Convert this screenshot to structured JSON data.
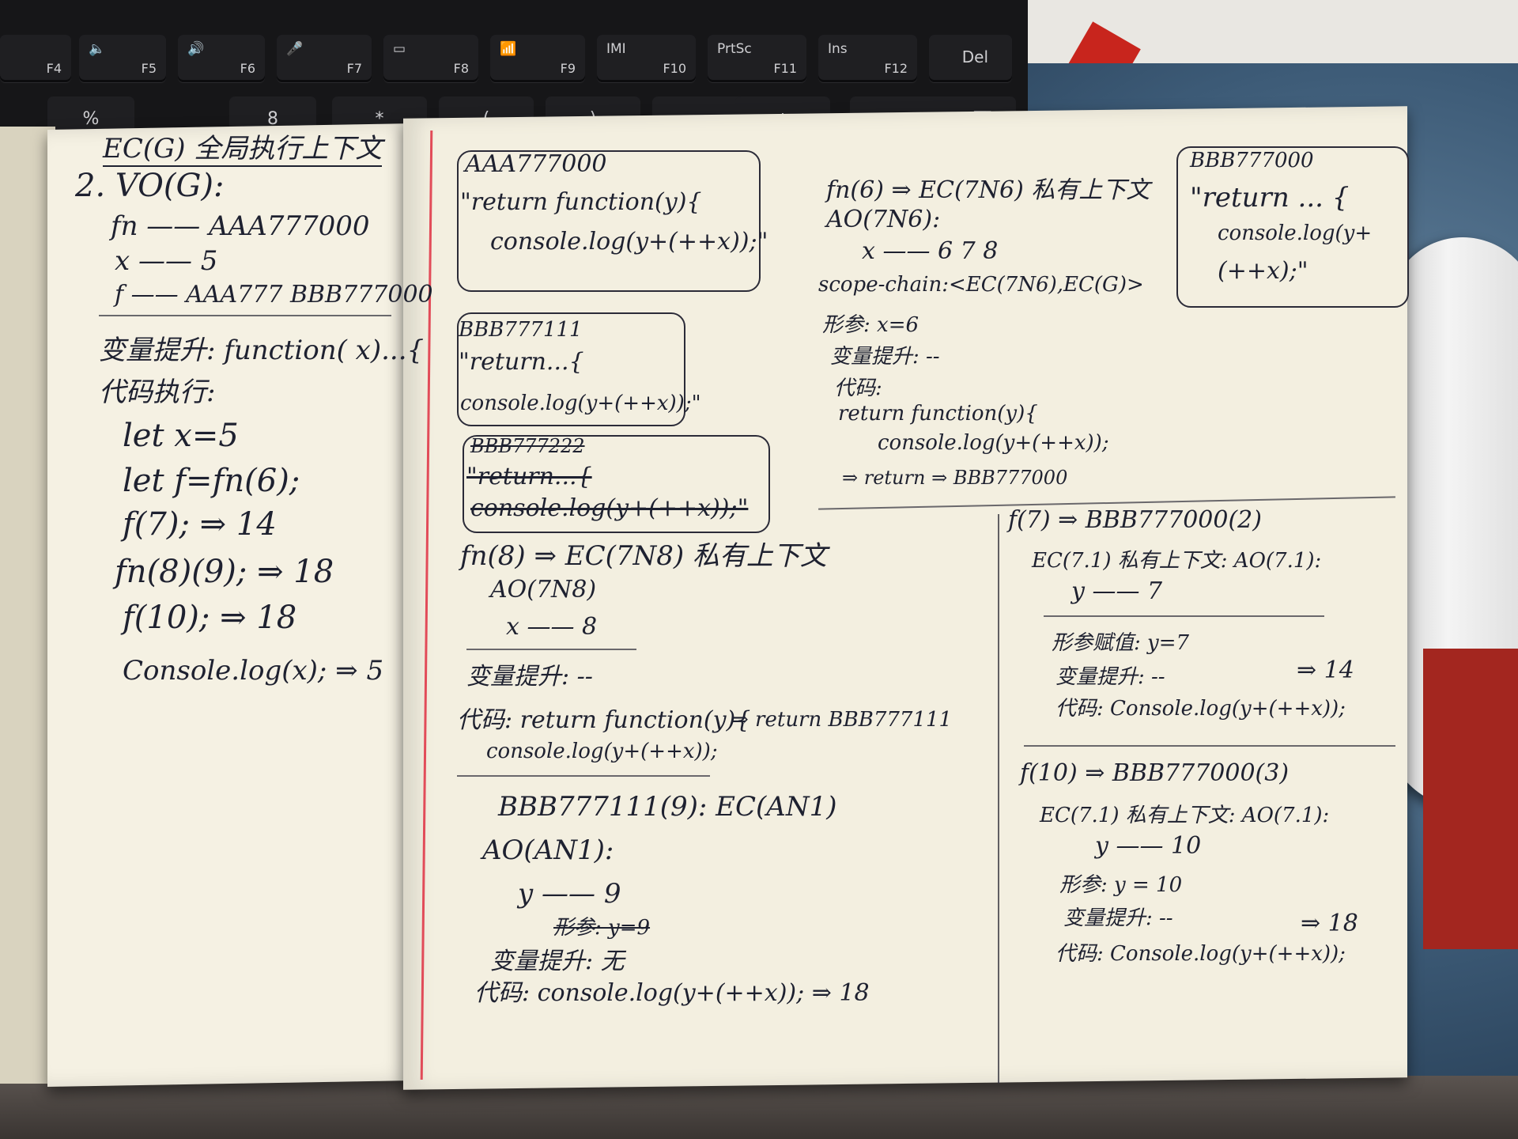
{
  "keyboard": {
    "fn_keys": [
      {
        "glyph": "",
        "label": "F4"
      },
      {
        "glyph": "🔈",
        "label": "F5"
      },
      {
        "glyph": "🔊",
        "label": "F6"
      },
      {
        "glyph": "🎤",
        "label": "F7"
      },
      {
        "glyph": "▭",
        "label": "F8"
      },
      {
        "glyph": "📶",
        "label": "F9"
      },
      {
        "glyph": "IMI",
        "label": "F10"
      },
      {
        "glyph": "PrtSc",
        "label": "F11"
      },
      {
        "glyph": "Ins",
        "label": "F12"
      },
      {
        "glyph": "",
        "label": "Del"
      }
    ],
    "row2_keys": [
      "%",
      "8",
      "*",
      "(",
      ")",
      "—",
      "+",
      "⌫"
    ]
  },
  "notes": {
    "left": {
      "title": "EC(G) 全局执行上下文",
      "lines": [
        "2. VO(G):",
        "fn —— AAA777000",
        "x —— 5",
        "f —— AAA777 BBB777000",
        "变量提升: function( x)...{",
        "代码执行:",
        "let x=5",
        "let f=fn(6);",
        "f(7);  ⇒ 14",
        "fn(8)(9); ⇒ 18",
        "f(10);  ⇒ 18",
        "Console.log(x); ⇒ 5"
      ]
    },
    "middle": {
      "box1": [
        "AAA777000",
        "\"return function(y){",
        "console.log(y+(++x));\""
      ],
      "box2": [
        "BBB777111",
        "\"return...{",
        "console.log(y+(++x));\""
      ],
      "box3": [
        "BBB777222",
        "\"return...{",
        "console.log(y+(++x));\""
      ],
      "lines": [
        "fn(8) ⇒ EC(7N8) 私有上下文",
        "AO(7N8)",
        "x —— 8",
        "变量提升: --",
        "代码: return function(y){",
        "console.log(y+(++x));",
        "⇒ return BBB777111",
        "BBB777111(9): EC(AN1)",
        "AO(AN1):",
        "y —— 9",
        "形参: y=9",
        "变量提升: 无",
        "代码: console.log(y+(++x)); ⇒ 18"
      ]
    },
    "right_top": {
      "lines": [
        "fn(6) ⇒ EC(7N6) 私有上下文",
        "AO(7N6):",
        "x —— 6 7 8",
        "scope-chain:<EC(7N6),EC(G)>",
        "形参: x=6",
        "变量提升: --",
        "代码:",
        "return function(y){",
        "console.log(y+(++x));",
        "⇒ return ⇒ BBB777000"
      ],
      "box": [
        "BBB777000",
        "\"return ... {",
        "console.log(y+",
        "(++x);\""
      ]
    },
    "right_bottom": {
      "lines": [
        "f(7) ⇒ BBB777000(2)",
        "EC(7.1) 私有上下文: AO(7.1):",
        "y —— 7",
        "形参赋值: y=7",
        "变量提升: --",
        "代码: Console.log(y+(++x));",
        "⇒ 14",
        "f(10) ⇒ BBB777000(3)",
        "EC(7.1) 私有上下文: AO(7.1):",
        "y —— 10",
        "形参: y = 10",
        "变量提升: --",
        "代码: Console.log(y+(++x));",
        "⇒ 18"
      ]
    }
  }
}
